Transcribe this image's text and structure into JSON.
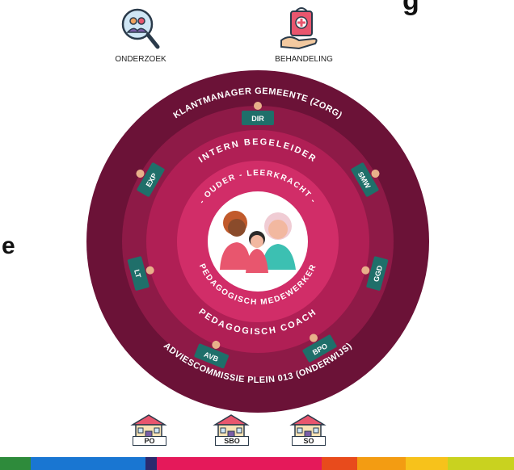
{
  "top_icons": {
    "onderzoek_label": "ONDERZOEK",
    "behandeling_label": "BEHANDELING"
  },
  "rings": {
    "outer_label": "KLANTMANAGER GEMEENTE (ZORG)",
    "outer_bottom_label": "ADVIESCOMMISSIE PLEIN 013 (ONDERWIJS)",
    "inner_top_label": "INTERN BEGELEIDER",
    "inner_bottom_label": "PEDAGOGISCH COACH",
    "core_top_label": "- OUDER - LEERKRACHT -",
    "core_bottom_label": "PEDAGOGISCH MEDEWERKER"
  },
  "signs": [
    "DIR",
    "SMW",
    "GGD",
    "BPO",
    "AVB",
    "LT",
    "EXP"
  ],
  "schools": [
    {
      "label": "PO"
    },
    {
      "label": "SBO"
    },
    {
      "label": "SO"
    }
  ],
  "edge_fragments": {
    "left_char": "e",
    "top_right_char": "g"
  },
  "colors": {
    "ring_outer": "#6b1237",
    "ring_mid": "#8e1a47",
    "ring_inner": "#b01f55",
    "ring_core": "#d12d68",
    "center_white": "#ffffff",
    "sign_teal": "#1f6f6a",
    "stripes": [
      "#2e8b3b",
      "#1976d2",
      "#2b2a6e",
      "#e5195a",
      "#e84b1c",
      "#f39c12",
      "#f7c21b",
      "#c9d21f"
    ]
  }
}
